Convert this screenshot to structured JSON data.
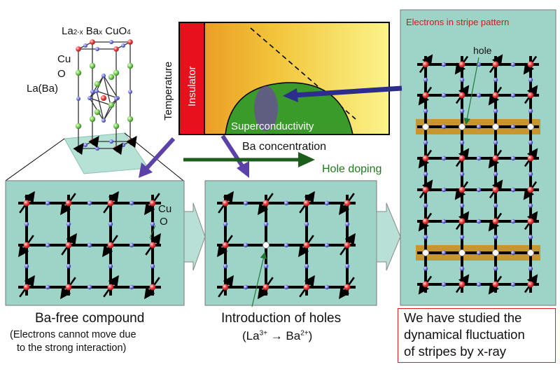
{
  "crystal": {
    "formula": "La2-x Bax CuO4",
    "formula_main": "La",
    "formula_sub1": "2-x",
    "formula_mid": " Ba",
    "formula_sub2": "x",
    "formula_end": " CuO",
    "formula_sub3": "4",
    "label_cu": "Cu",
    "label_o": "O",
    "label_la": "La(Ba)"
  },
  "phase_diagram": {
    "y_label": "Temperature",
    "x_label": "Ba concentration",
    "insulator_label": "Insulator",
    "superconductivity_label": "Superconductivity",
    "doping_label": "Hole doping",
    "colors": {
      "insulator": "#e8101c",
      "sc_dome": "#3a9a2a",
      "doping_arrow": "#1d5e1d",
      "pointer_arrow": "#2c2d8c"
    }
  },
  "panels": {
    "panel1": {
      "cu_label": "Cu",
      "o_label": "O",
      "caption_title": "Ba-free compound",
      "caption_line2": "(Electrons cannot move due",
      "caption_line3": "to the strong interaction)"
    },
    "panel2": {
      "caption_title": "Introduction of holes",
      "caption_open": "(La",
      "sup1": "3+",
      "arrow": " → Ba",
      "sup2": "2+",
      "caption_close": ")"
    },
    "panel3": {
      "title": "Electrons in stripe pattern",
      "hole_label": "hole",
      "colors": {
        "title": "#e0101c",
        "stripe": "#c8962e",
        "background": "#9ed4c8"
      }
    }
  },
  "note": {
    "line1": "We have studied the",
    "line2": "dynamical fluctuation",
    "line3": "of stripes by x-ray"
  }
}
